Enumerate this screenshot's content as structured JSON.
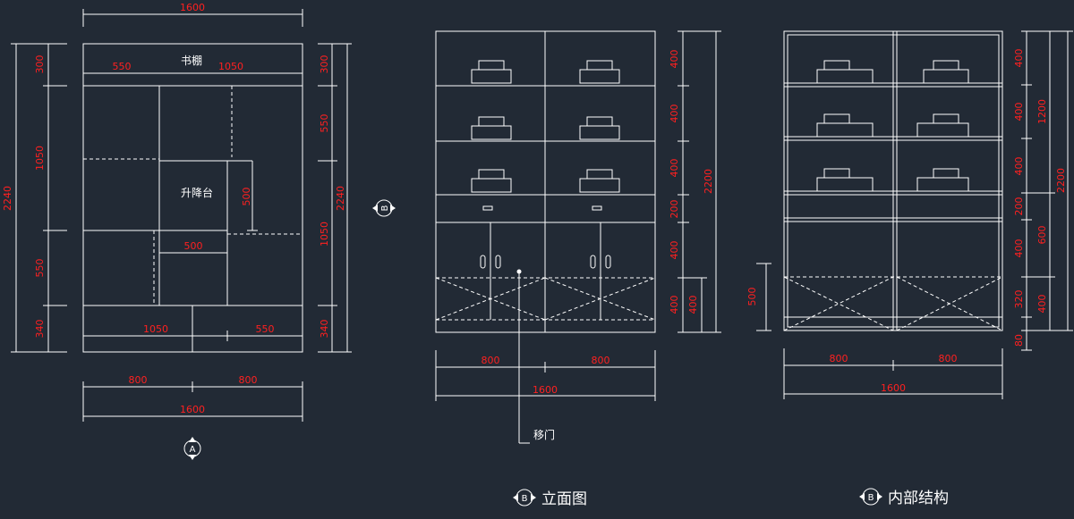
{
  "colors": {
    "background": "#222a35",
    "lines": "#ffffff",
    "dimensions": "#ff2020"
  },
  "plan_a": {
    "top_width": "1600",
    "left_total": "2240",
    "left_segments": [
      "300",
      "1050",
      "550",
      "340"
    ],
    "right_total": "2240",
    "right_segments": [
      "300",
      "550",
      "1050",
      "340"
    ],
    "shelf_label": "书棚",
    "shelf_left": "550",
    "shelf_right": "1050",
    "lift_label": "升降台",
    "lift_height": "500",
    "lift_width": "500",
    "bottom_left": "1050",
    "bottom_right": "550",
    "bottom_dims": [
      "800",
      "800"
    ],
    "bottom_total": "1600",
    "marker_letter": "A"
  },
  "side_marker": "B",
  "elevation": {
    "right_dims": [
      "400",
      "400",
      "400",
      "200",
      "400",
      "400"
    ],
    "door_dim": "400",
    "total_height": "2200",
    "bottom_dims": [
      "800",
      "800"
    ],
    "bottom_total": "1600",
    "sliding_door_label": "移门",
    "title_letter": "B",
    "title": "立面图"
  },
  "interior": {
    "left_dim": "500",
    "right_dims": [
      "400",
      "400",
      "400",
      "200",
      "400",
      "320",
      "80"
    ],
    "mid_dims": [
      "1200",
      "600",
      "400"
    ],
    "total_height": "2200",
    "bottom_dims": [
      "800",
      "800"
    ],
    "bottom_total": "1600",
    "title_letter": "B",
    "title": "内部结构"
  }
}
